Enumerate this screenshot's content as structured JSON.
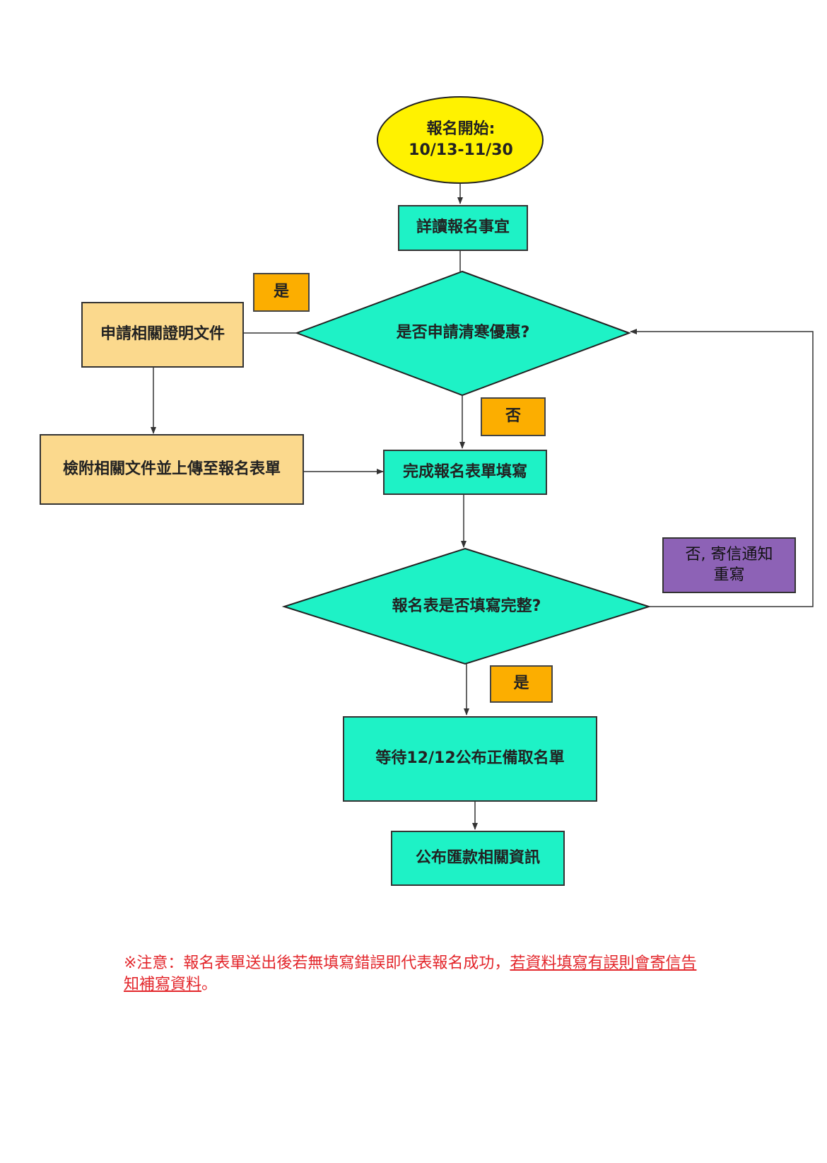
{
  "flowchart": {
    "start": {
      "line1": "報名開始:",
      "line2": "10/13-11/30"
    },
    "read_details": "詳讀報名事宜",
    "decision_discount": "是否申請清寒優惠?",
    "apply_docs": "申請相關證明文件",
    "attach_upload": "檢附相關文件並上傳至報名表單",
    "complete_form": "完成報名表單填寫",
    "decision_complete": "報名表是否填寫完整?",
    "wait_list": "等待12/12公布正備取名單",
    "remit_info": "公布匯款相關資訊",
    "label_yes_discount": "是",
    "label_no_discount": "否",
    "label_yes_complete": "是",
    "label_no_complete": {
      "line1": "否, 寄信通知",
      "line2": "重寫"
    }
  },
  "note": {
    "prefix": "※注意：報名表單送出後若無填寫錯誤即代表報名成功，",
    "underlined": "若資料填寫有誤則會寄信告知補寫資料",
    "suffix": "。"
  },
  "colors": {
    "teal": "#1ef2c6",
    "yellow": "#fff200",
    "beige": "#fbd98d",
    "orange": "#fcae00",
    "purple": "#8d62b6",
    "note_red": "#e3262b"
  }
}
